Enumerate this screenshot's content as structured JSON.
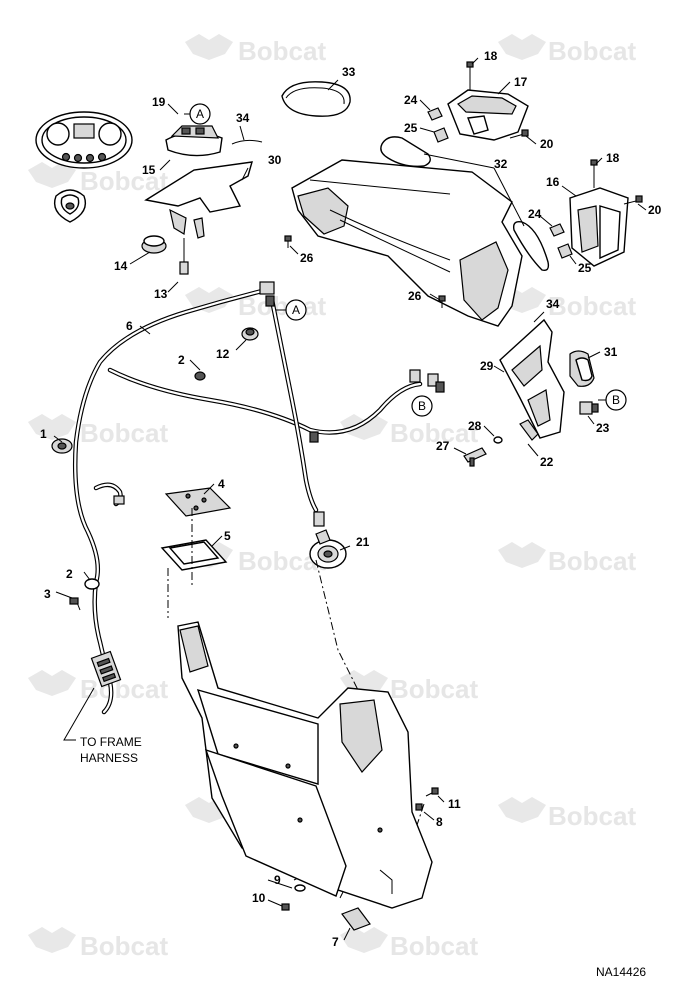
{
  "watermark": {
    "brand": "Bobcat"
  },
  "drawing_number": "NA14426",
  "note": {
    "line1": "TO FRAME",
    "line2": "HARNESS"
  },
  "references": {
    "a": "A",
    "b": "B"
  },
  "callouts": {
    "c1": "1",
    "c2a": "2",
    "c2b": "2",
    "c3": "3",
    "c4": "4",
    "c5": "5",
    "c6": "6",
    "c7": "7",
    "c8": "8",
    "c9": "9",
    "c10": "10",
    "c11": "11",
    "c12": "12",
    "c13": "13",
    "c14": "14",
    "c15": "15",
    "c16": "16",
    "c17": "17",
    "c18a": "18",
    "c18b": "18",
    "c19": "19",
    "c20a": "20",
    "c20b": "20",
    "c21": "21",
    "c22": "22",
    "c23": "23",
    "c24a": "24",
    "c24b": "24",
    "c25a": "25",
    "c25b": "25",
    "c26a": "26",
    "c26b": "26",
    "c27": "27",
    "c28": "28",
    "c29": "29",
    "c30": "30",
    "c31": "31",
    "c32": "32",
    "c33": "33",
    "c34a": "34",
    "c34b": "34"
  }
}
